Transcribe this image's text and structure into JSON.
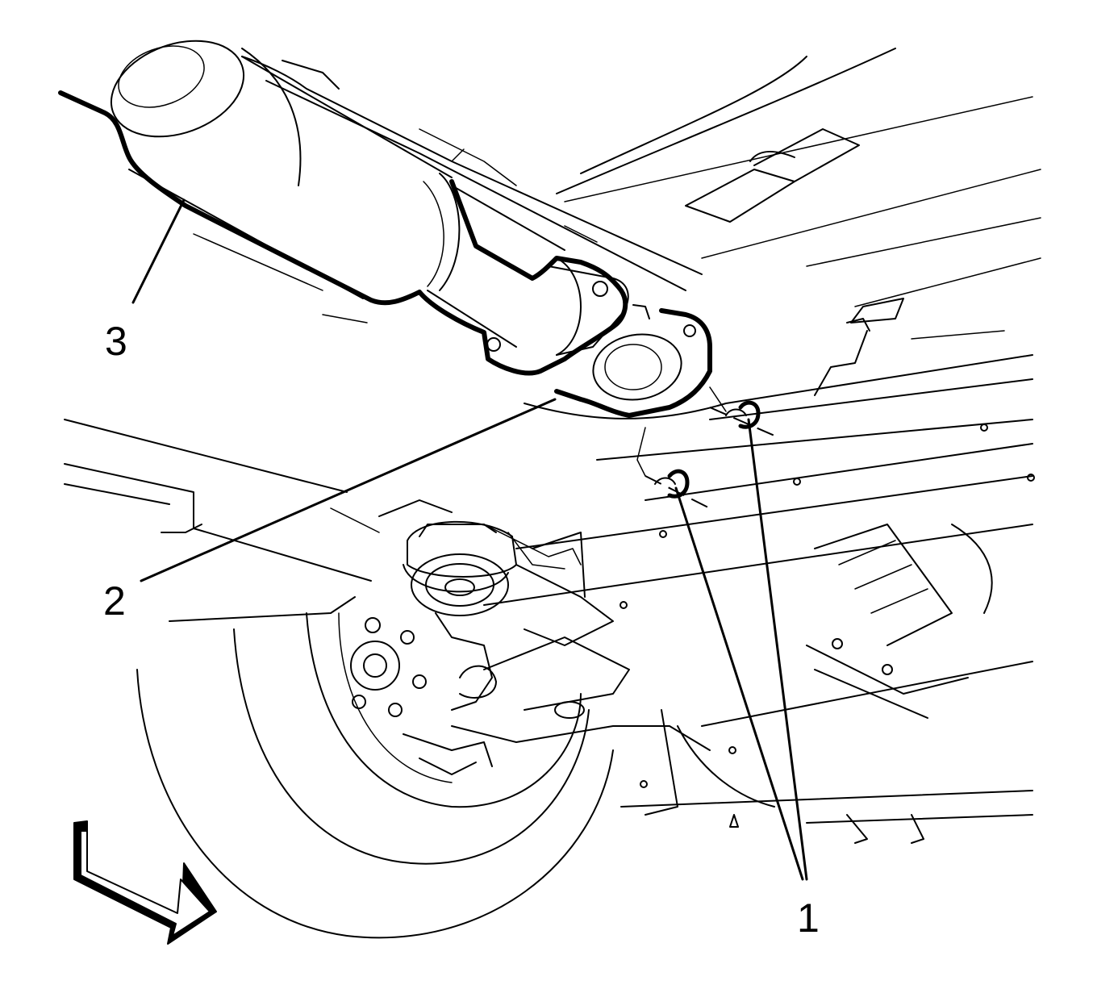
{
  "callouts": {
    "label_1": "1",
    "label_2": "2",
    "label_3": "3"
  },
  "icons": {
    "direction_arrow": "arrow-right-icon"
  },
  "colors": {
    "line": "#000000",
    "background": "#ffffff"
  }
}
